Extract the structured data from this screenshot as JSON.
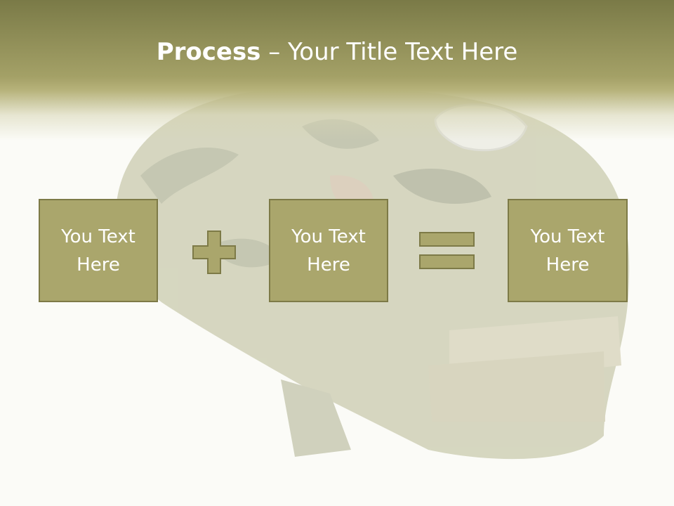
{
  "slide": {
    "title_bold": "Process",
    "title_rest": " – Your Title Text Here"
  },
  "boxes": [
    {
      "text": "You Text Here"
    },
    {
      "text": "You Text Here"
    },
    {
      "text": "You Text Here"
    }
  ],
  "operators": [
    "plus",
    "equals"
  ],
  "colors": {
    "header_dark": "#7a7a47",
    "header_light": "#a4a167",
    "box_fill": "#aaa66c",
    "box_border": "#7d7a47",
    "text": "#ffffff",
    "background": "#fbfbf7"
  },
  "background_image": "camouflage-helmet-with-peace-sign-and-ammo-belt"
}
